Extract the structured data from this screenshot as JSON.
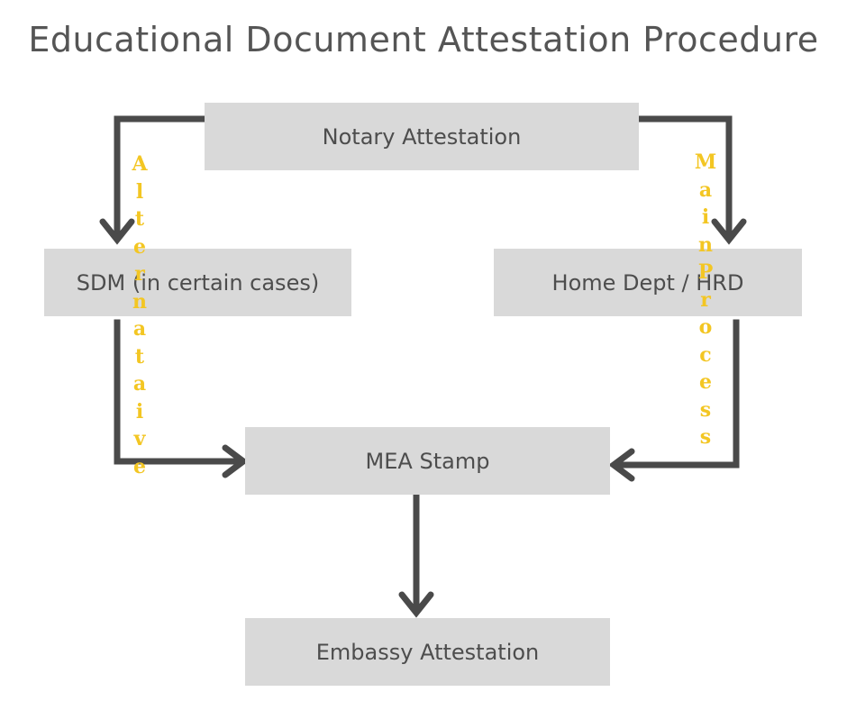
{
  "title": "Educational Document Attestation Procedure",
  "nodes": {
    "notary": "Notary Attestation",
    "sdm": "SDM (in certain cases)",
    "home": "Home Dept / HRD",
    "mea": "MEA Stamp",
    "embassy": "Embassy Attestation"
  },
  "labels": {
    "alternative": "Alternataive",
    "main": "Main Process"
  },
  "colors": {
    "box": "#d9d9d9",
    "text": "#4d4d4d",
    "arrow": "#4a4a4a",
    "label": "#f3c623"
  }
}
